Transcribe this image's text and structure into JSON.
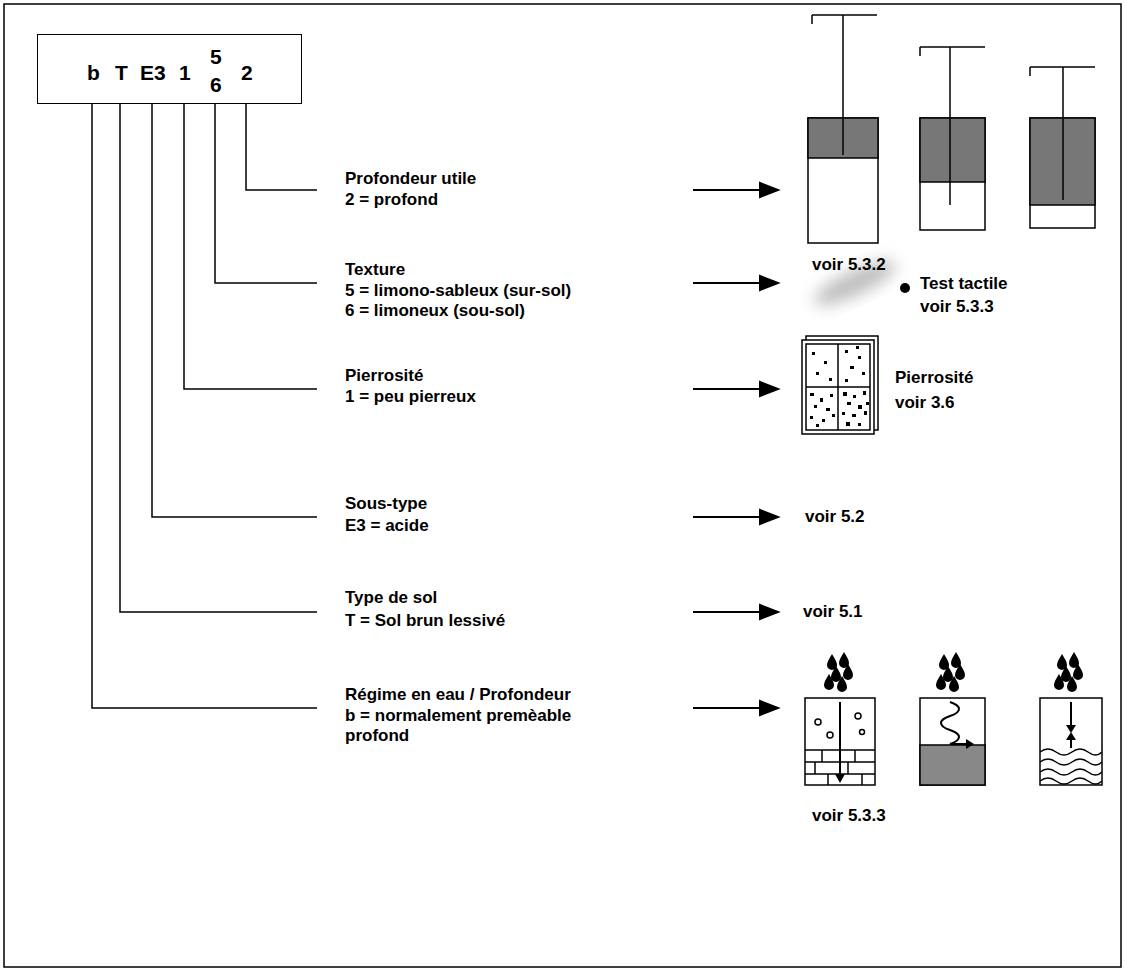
{
  "diagram": {
    "nodes": [
      {
        "text": [
          "b",
          "T",
          "E3",
          "1",
          "5",
          "6",
          "2"
        ]
      }
    ],
    "labels": [
      "Profondeur utile",
      "2 = profond",
      "voir 5.3.2",
      "Texture",
      "5 = limono-sableux (sur-sol)",
      "6 = limoneux (sou-sol)",
      "Test tactile",
      "voir 5.3.3",
      "Pierrosité",
      "1 = peu pierreux",
      "Pierrosité",
      "voir 3.6",
      "Sous-type",
      "E3 = acide",
      "voir 5.2",
      "Type de sol",
      "T = Sol brun lessivé",
      "voir 5.1",
      "Régime en eau / Profondeur",
      "b = normalement premèable profond",
      "voir 5.3.3"
    ]
  }
}
